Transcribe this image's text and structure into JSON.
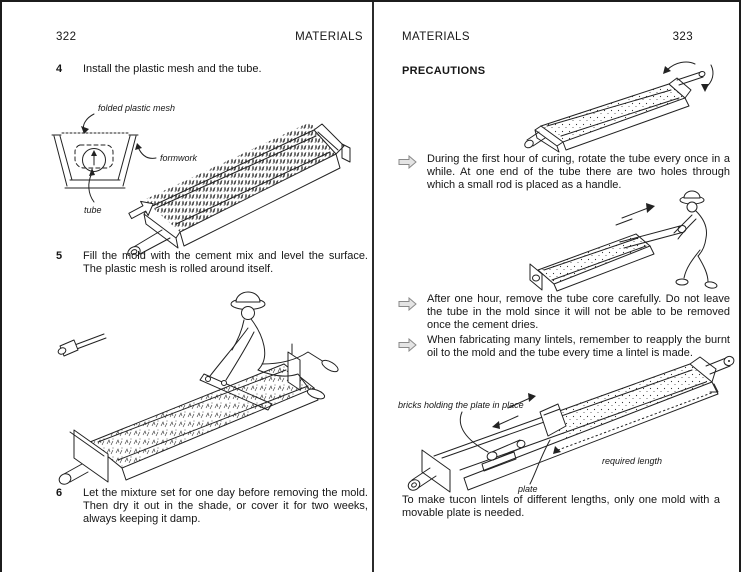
{
  "colors": {
    "ink": "#1c1c1c",
    "paper": "#ffffff",
    "bullet_fill": "#e4e4e4",
    "bullet_stroke": "#8a8a8a"
  },
  "icons": {
    "precaution_bullet": "3d-right-arrow-icon",
    "install_direction": "hollow-up-right-arrow-icon",
    "rotation": "curved-rotation-arrows-icon"
  },
  "left_page": {
    "page_number": "322",
    "header_title": "MATERIALS",
    "steps": [
      {
        "number": "4",
        "text": "Install the plastic mesh and the tube."
      },
      {
        "number": "5",
        "text": "Fill the mold with the cement mix and level the surface. The plastic mesh is rolled around itself."
      },
      {
        "number": "6",
        "text": "Let the mixture set for one day before removing the mold. Then dry it out in the shade, or cover it for two weeks, always keeping it damp."
      }
    ],
    "figure_labels": {
      "folded_plastic_mesh": "folded plastic mesh",
      "formwork": "formwork",
      "tube": "tube"
    }
  },
  "right_page": {
    "page_number": "323",
    "header_title": "MATERIALS",
    "section_heading": "PRECAUTIONS",
    "precautions": [
      "During the first hour of curing, rotate the tube every once in a while. At one end of the tube there are two holes through which a small rod is placed as a handle.",
      "After one hour, remove the tube core carefully. Do not leave the tube in the mold since it will not be able to be removed once the cement dries.",
      "When fabricating many lintels, remember to reapply the burnt oil to the mold and the tube every time a lintel is made."
    ],
    "figure_labels": {
      "bricks": "bricks holding the plate in place",
      "required_length": "required length",
      "plate": "plate"
    },
    "closing_text": "To make tucon lintels of different lengths, only one mold with a movable plate is needed."
  }
}
